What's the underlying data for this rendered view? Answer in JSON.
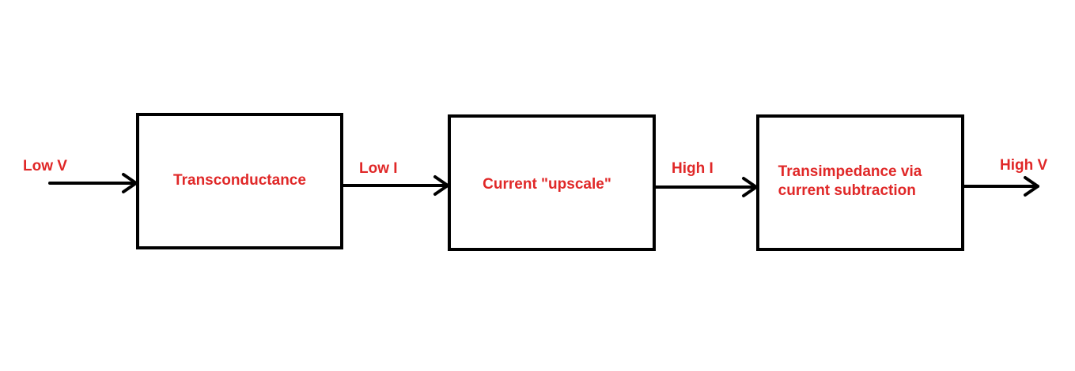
{
  "colors": {
    "text": "#e02828",
    "line": "#000000",
    "background": "#ffffff"
  },
  "blocks": [
    {
      "label": "Transconductance"
    },
    {
      "label": "Current \"upscale\""
    },
    {
      "label": "Transimpedance via\ncurrent subtraction"
    }
  ],
  "signals": [
    {
      "label": "Low V"
    },
    {
      "label": "Low I"
    },
    {
      "label": "High I"
    },
    {
      "label": "High V"
    }
  ]
}
